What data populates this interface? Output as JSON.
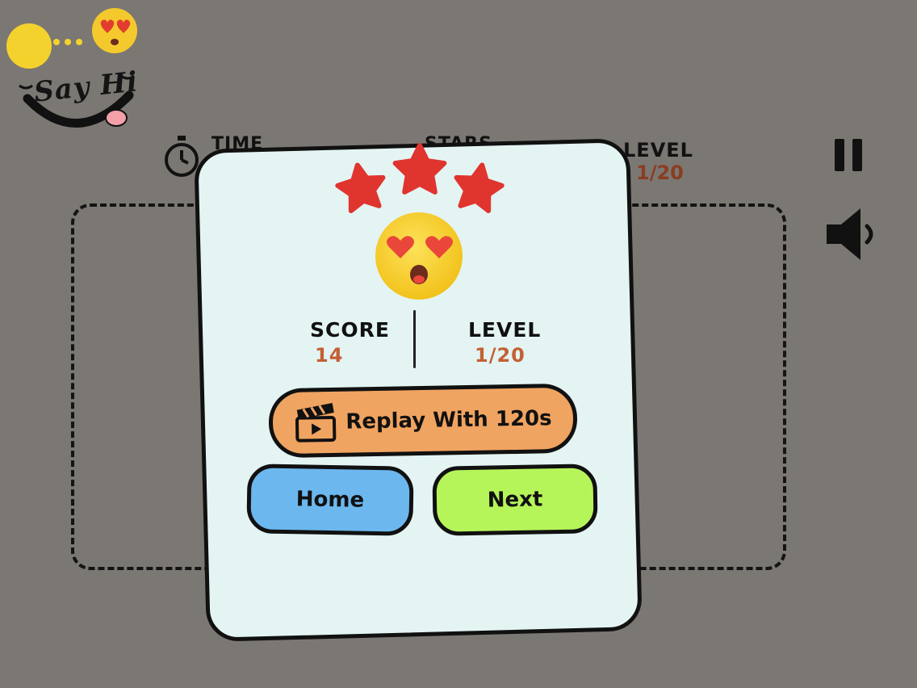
{
  "logo": {
    "text": "Say Hi"
  },
  "hud": {
    "time_label": "TIME",
    "stars_label": "STARS",
    "level_label": "LEVEL",
    "level_value": "1/20"
  },
  "modal": {
    "stars_earned": 3,
    "stars_total": 3,
    "score_label": "SCORE",
    "score_value": "14",
    "level_label": "LEVEL",
    "level_value": "1/20",
    "replay_label": "Replay With 120s",
    "home_label": "Home",
    "next_label": "Next"
  },
  "colors": {
    "background": "#7b7772",
    "modal": "#e3f4f3",
    "star": "#e0342e",
    "replay": "#f0a461",
    "home": "#6cb7ee",
    "next": "#b6f55a",
    "value_text": "#c45f33"
  },
  "icons": [
    "stopwatch-icon",
    "pause-icon",
    "sound-icon",
    "star-icon",
    "heart-eyes-emoji-icon",
    "clapperboard-icon"
  ]
}
